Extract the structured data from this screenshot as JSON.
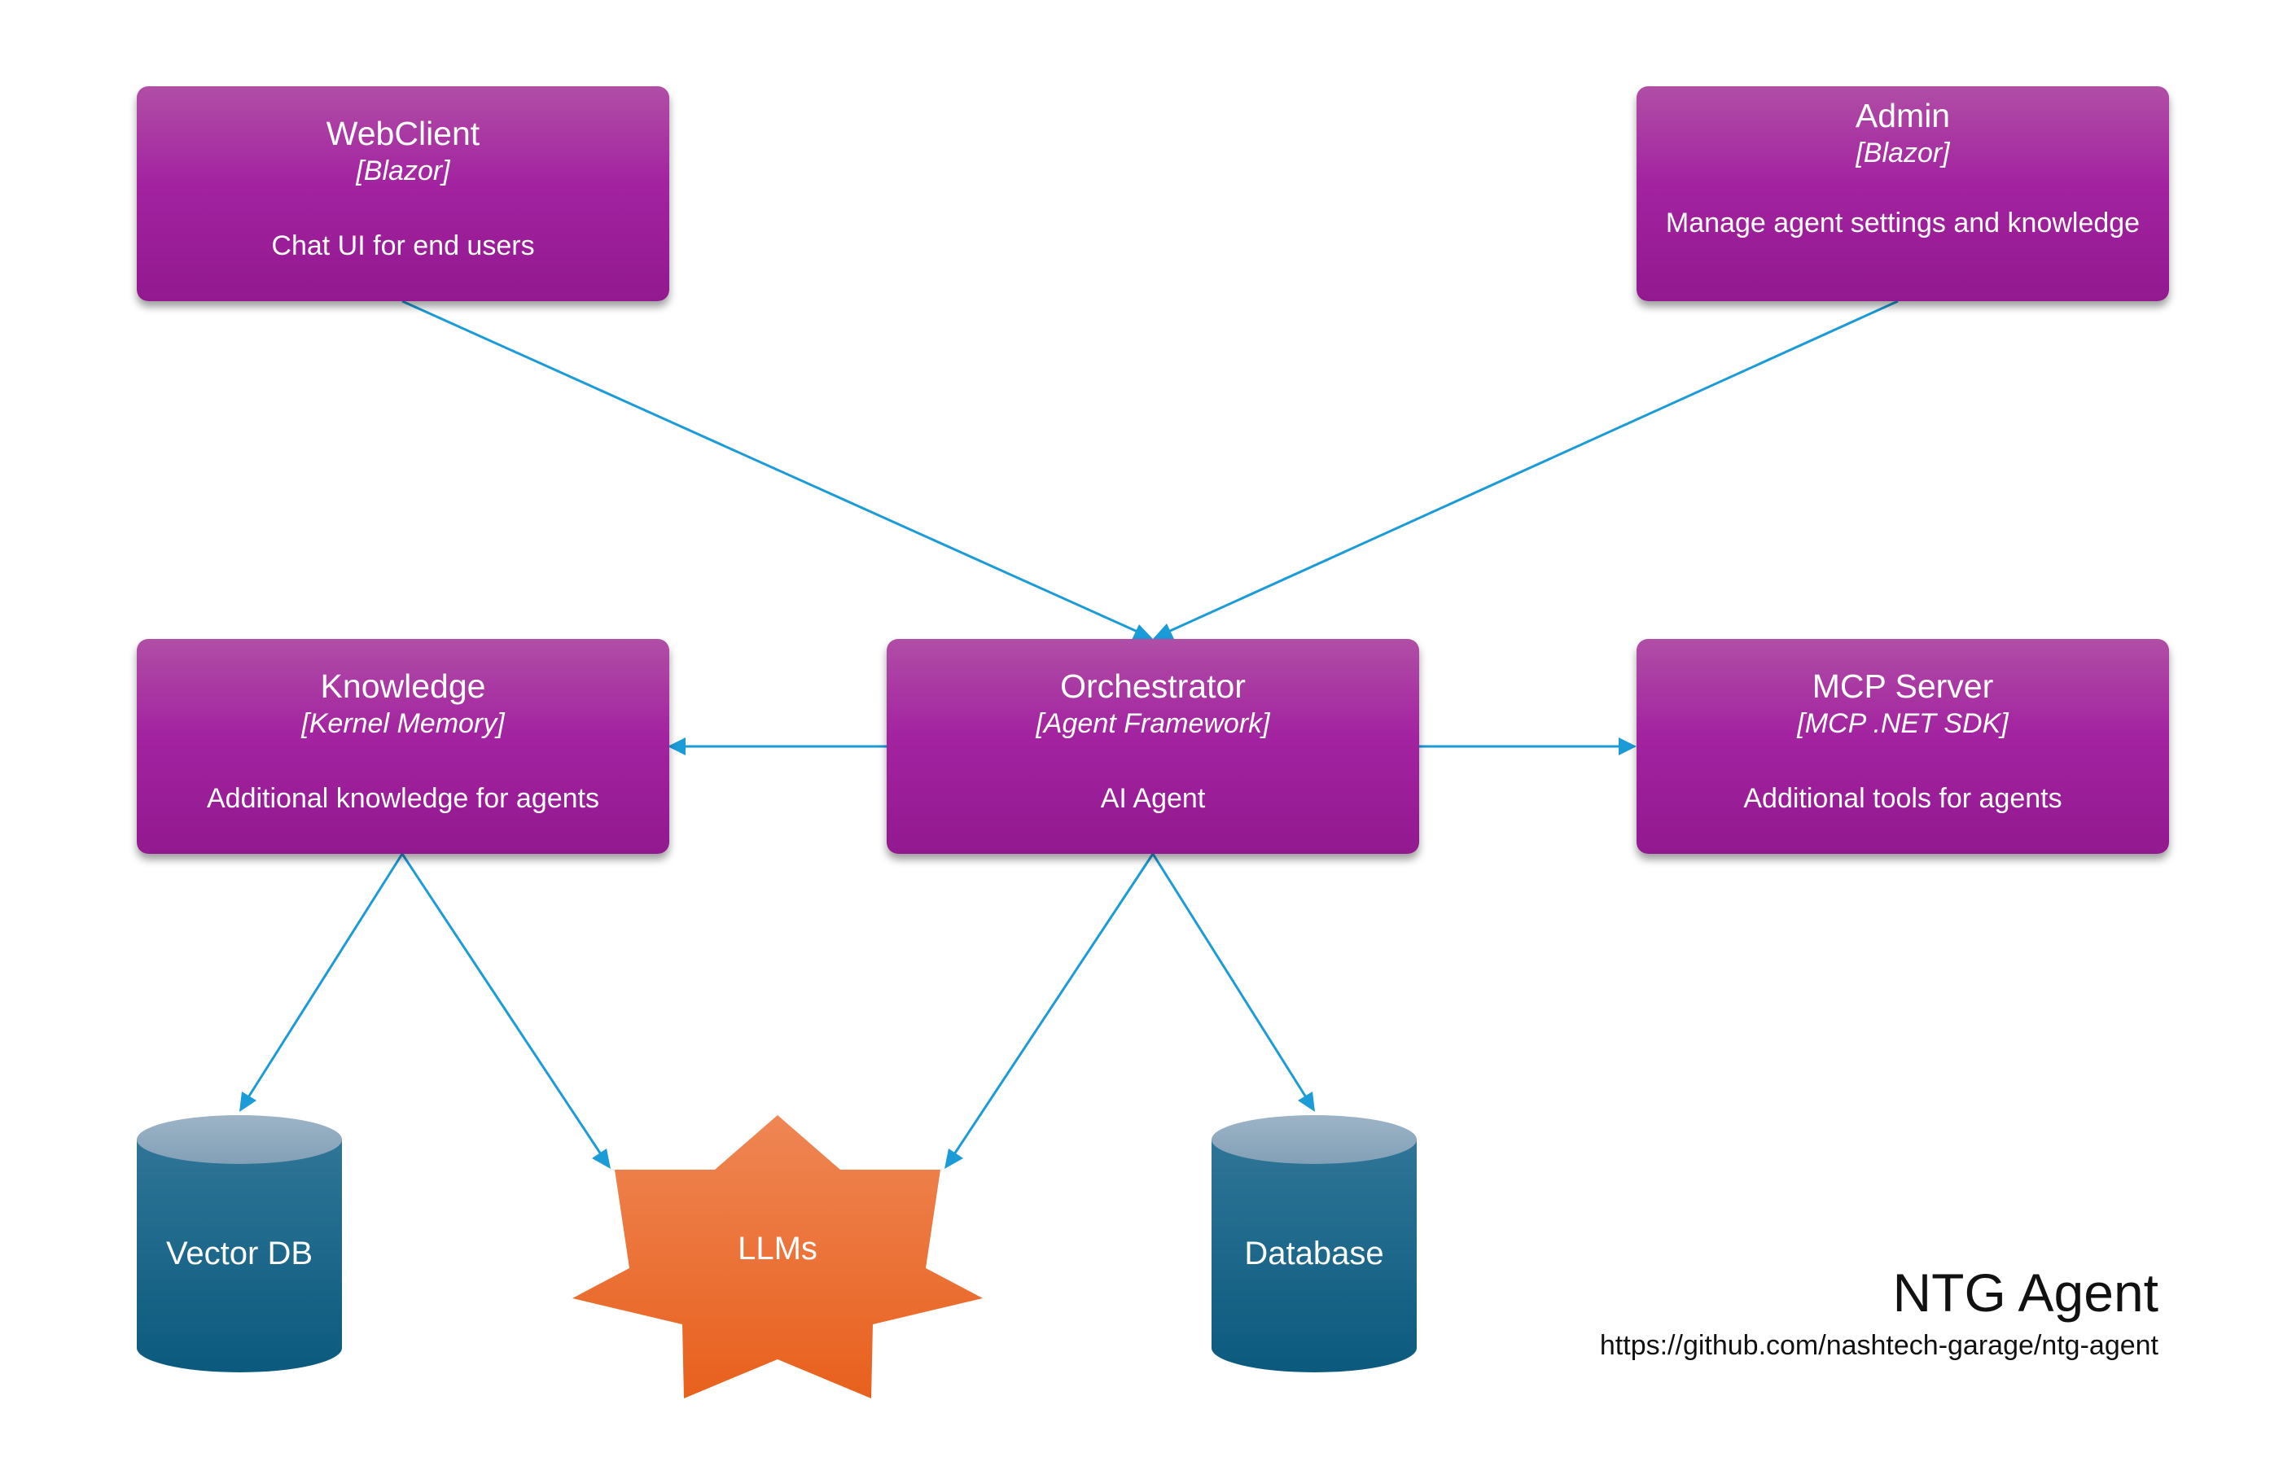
{
  "nodes": {
    "webclient": {
      "title": "WebClient",
      "tech": "[Blazor]",
      "desc": "Chat UI for end users"
    },
    "admin": {
      "title": "Admin",
      "tech": "[Blazor]",
      "desc": "Manage agent settings and knowledge"
    },
    "knowledge": {
      "title": "Knowledge",
      "tech": "[Kernel Memory]",
      "desc": "Additional knowledge for agents"
    },
    "orchestrator": {
      "title": "Orchestrator",
      "tech": "[Agent Framework]",
      "desc": "AI Agent"
    },
    "mcp": {
      "title": "MCP Server",
      "tech": "[MCP .NET SDK]",
      "desc": "Additional tools for agents"
    },
    "vectordb": {
      "label": "Vector DB"
    },
    "llms": {
      "label": "LLMs"
    },
    "database": {
      "label": "Database"
    }
  },
  "edges": [
    {
      "from": "WebClient",
      "to": "Orchestrator"
    },
    {
      "from": "Admin",
      "to": "Orchestrator"
    },
    {
      "from": "Orchestrator",
      "to": "Knowledge"
    },
    {
      "from": "Orchestrator",
      "to": "MCP Server"
    },
    {
      "from": "Knowledge",
      "to": "Vector DB"
    },
    {
      "from": "Knowledge",
      "to": "LLMs"
    },
    {
      "from": "Orchestrator",
      "to": "LLMs"
    },
    {
      "from": "Orchestrator",
      "to": "Database"
    }
  ],
  "footer": {
    "title": "NTG Agent",
    "url": "https://github.com/nashtech-garage/ntg-agent"
  },
  "colors": {
    "box": "#a323a0",
    "arrow": "#1b9bd7",
    "cylinder": "#10597d",
    "cylinder_top": "#8fa9bd",
    "star": "#ec6a2a"
  }
}
